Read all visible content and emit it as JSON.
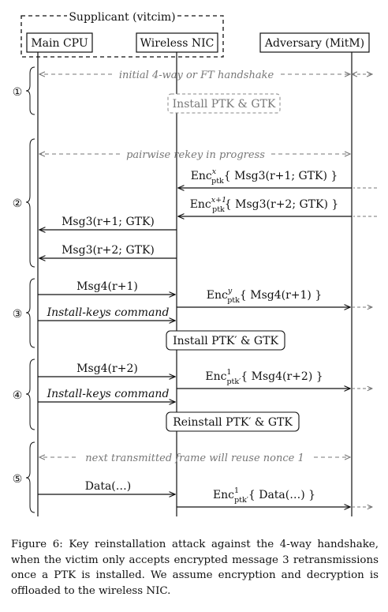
{
  "actors": {
    "supplicant_group": "Supplicant (vitcim)",
    "main_cpu": "Main CPU",
    "wireless_nic": "Wireless NIC",
    "adversary": "Adversary (MitM)"
  },
  "phases": [
    "①",
    "②",
    "③",
    "④",
    "⑤"
  ],
  "phase1": {
    "handshake_note": "initial 4-way or FT handshake",
    "install_box": "Install PTK & GTK"
  },
  "phase2": {
    "rekey_note": "pairwise rekey in progress",
    "enc1": {
      "base": "Enc",
      "sup": "x",
      "sub": "ptk",
      "body": "{ Msg3(r+1; GTK) }"
    },
    "enc2": {
      "base": "Enc",
      "sup": "x+1",
      "sub": "ptk",
      "body": "{ Msg3(r+2; GTK) }"
    },
    "msg3_r1": "Msg3(r+1; GTK)",
    "msg3_r2": "Msg3(r+2; GTK)"
  },
  "phase3": {
    "msg4": "Msg4(r+1)",
    "enc": {
      "base": "Enc",
      "sup": "y",
      "sub": "ptk",
      "body": "{ Msg4(r+1) }"
    },
    "install_cmd": "Install-keys command",
    "install_box": "Install PTK′ & GTK"
  },
  "phase4": {
    "msg4": "Msg4(r+2)",
    "enc": {
      "base": "Enc",
      "sup": "1",
      "sub": "ptk′",
      "body": "{ Msg4(r+2) }"
    },
    "install_cmd": "Install-keys command",
    "reinstall_box": "Reinstall PTK′ & GTK"
  },
  "phase5": {
    "note": "next transmitted frame will reuse nonce 1",
    "data": "Data(…)",
    "enc": {
      "base": "Enc",
      "sup": "1",
      "sub": "ptk′",
      "body": "{ Data(…) }"
    }
  },
  "caption": "Figure 6: Key reinstallation attack against the 4-way handshake, when the victim only accepts encrypted message 3 retransmissions once a PTK is installed. We assume encryption and decryption is offloaded to the wireless NIC."
}
